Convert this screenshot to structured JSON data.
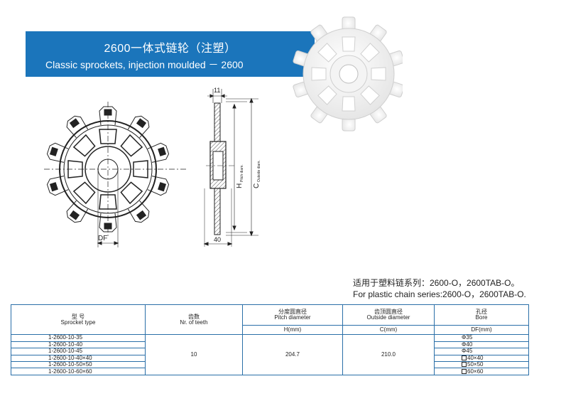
{
  "banner": {
    "title_cn": "2600一体式链轮（注塑）",
    "title_en": "Classic sprockets, injection moulded － 2600"
  },
  "drawing": {
    "dim_width_top": "11",
    "dim_width_bottom": "40",
    "dim_df": "DF",
    "dim_h": "H",
    "dim_h_sub": "Pitch diam.",
    "dim_c": "C",
    "dim_c_sub": "Outside diam."
  },
  "applicable": {
    "cn": "适用于塑料链系列：2600-O，2600TAB-O。",
    "en": "For plastic chain series:2600-O，2600TAB-O."
  },
  "table": {
    "headers": {
      "type_cn": "型 号",
      "type_en": "Sprocket type",
      "teeth_cn": "齿数",
      "teeth_en": "Nr. of teeth",
      "pitch_cn": "分度圆直径",
      "pitch_en": "Pitch diameter",
      "pitch_unit": "H(mm)",
      "outside_cn": "齿顶圆直径",
      "outside_en": "Outside diameter",
      "outside_unit": "C(mm)",
      "bore_cn": "孔径",
      "bore_en": "Bore",
      "bore_unit": "DF(mm)"
    },
    "teeth": "10",
    "pitch": "204.7",
    "outside": "210.0",
    "rows": [
      {
        "model": "1-2600-10-35",
        "bore": "Φ35",
        "square": false
      },
      {
        "model": "1-2600-10-40",
        "bore": "Φ40",
        "square": false
      },
      {
        "model": "1-2600-10-45",
        "bore": "Φ45",
        "square": false
      },
      {
        "model": "1-2600-10-40×40",
        "bore": "40×40",
        "square": true
      },
      {
        "model": "1-2600-10-50×50",
        "bore": "50×50",
        "square": true
      },
      {
        "model": "1-2600-10-60×60",
        "bore": "60×60",
        "square": true
      }
    ]
  }
}
